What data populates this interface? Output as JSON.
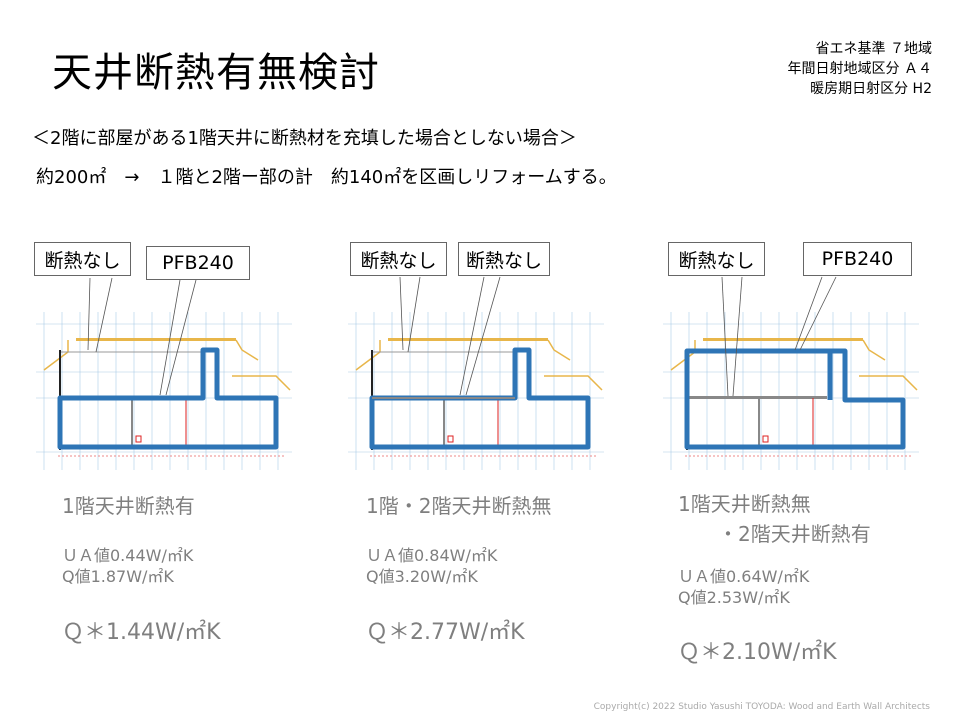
{
  "title": "天井断熱有無検討",
  "info": [
    "省エネ基準 ７地域",
    "年間日射地域区分 Ａ４",
    "暖房期日射区分 H2"
  ],
  "subtitle": "＜2階に部屋がある1階天井に断熱材を充填した場合としない場合＞",
  "summary": "約200㎡　→　１階と2階ー部の計　約140㎡を区画しリフォームする。",
  "cases": [
    {
      "labels": [
        "断熱なし",
        "PFB240"
      ],
      "caption": [
        "1階天井断熱有"
      ],
      "ua": "ＵＡ値0.44W/㎡K",
      "qv": "Q値1.87W/㎡K",
      "qstar": "Ｑ＊1.44W/㎡K"
    },
    {
      "labels": [
        "断熱なし",
        "断熱なし"
      ],
      "caption": [
        "1階・2階天井断熱無"
      ],
      "ua": "ＵＡ値0.84W/㎡K",
      "qv": "Q値3.20W/㎡K",
      "qstar": "Ｑ＊2.77W/㎡K"
    },
    {
      "labels": [
        "断熱なし",
        "PFB240"
      ],
      "caption": [
        "1階天井断熱無",
        "・2階天井断熱有"
      ],
      "ua": "ＵＡ値0.64W/㎡K",
      "qv": "Q値2.53W/㎡K",
      "qstar": "Ｑ＊2.10W/㎡K"
    }
  ],
  "copyright": "Copyright(c) 2022  Studio Yasushi TOYODA: Wood and Earth Wall Architects",
  "colors": {
    "insulation": "#2e75b6",
    "drawing": "#e8b64a",
    "grid": "#a9cbe6"
  }
}
